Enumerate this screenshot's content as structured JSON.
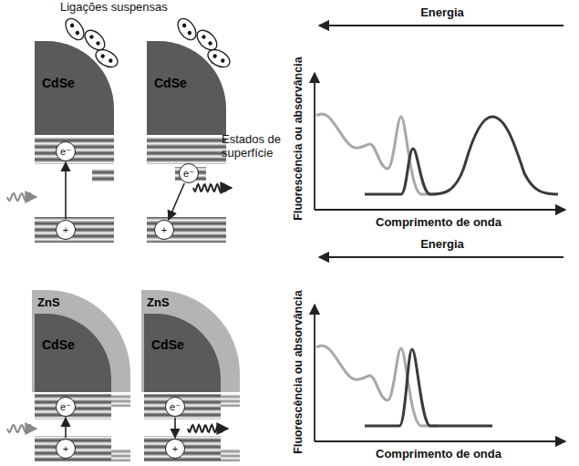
{
  "diagram": {
    "nodes": [
      {
        "text": [
          "CdSe"
        ]
      },
      {
        "text": [
          "e⁻"
        ]
      },
      {
        "text": [
          "+"
        ]
      },
      {
        "text": [
          "CdSe"
        ]
      },
      {
        "text": [
          "e⁻"
        ]
      },
      {
        "text": [
          "+"
        ]
      },
      {
        "text": [
          "ZnS"
        ]
      },
      {
        "text": [
          "CdSe"
        ],
        "in": 6
      },
      {
        "text": [
          "e⁻"
        ]
      },
      {
        "text": [
          "+"
        ]
      },
      {
        "text": [
          "ZnS"
        ]
      },
      {
        "text": [
          "CdSe"
        ],
        "in": 10
      },
      {
        "text": [
          "e⁻"
        ]
      },
      {
        "text": [
          "+"
        ]
      }
    ],
    "edges": [
      {
        "from": 2,
        "to": 1,
        "arrow": "to"
      },
      {
        "from": 4,
        "to": 5,
        "arrow": "to"
      },
      {
        "from": 9,
        "to": 8,
        "arrow": "to"
      },
      {
        "from": 12,
        "to": 13,
        "arrow": "to"
      }
    ],
    "labels": [
      "Ligações suspensas",
      "Estados de superfície",
      "Fluorescência ou absorvância",
      "Energia",
      "Comprimento de onda",
      "Fluorescência ou absorvância",
      "Energia",
      "Comprimento de onda"
    ]
  }
}
